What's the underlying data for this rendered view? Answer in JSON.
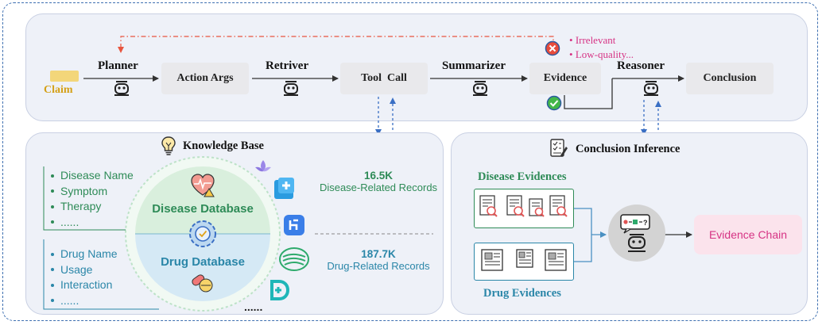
{
  "pipeline": {
    "claim": "Claim",
    "planner": "Planner",
    "action_args": "Action Args",
    "retriver": "Retriver",
    "tool_call": "Tool  Call",
    "summarizer": "Summarizer",
    "evidence": "Evidence",
    "reasoner": "Reasoner",
    "conclusion": "Conclusion",
    "reject_reasons": [
      "Irrelevant",
      "Low-quality..."
    ]
  },
  "knowledge_base": {
    "title": "Knowledge Base",
    "disease_db": "Disease Database",
    "drug_db": "Drug Database",
    "disease_fields": [
      "Disease Name",
      "Symptom",
      "Therapy",
      "......"
    ],
    "drug_fields": [
      "Drug Name",
      "Usage",
      "Interaction",
      "......"
    ],
    "disease_count": "16.5K",
    "disease_records": "Disease-Related Records",
    "drug_count": "187.7K",
    "drug_records": "Drug-Related Records",
    "more": "......"
  },
  "conclusion_inference": {
    "title": "Conclusion Inference",
    "disease_evidences": "Disease Evidences",
    "drug_evidences": "Drug Evidences",
    "evidence_chain": "Evidence Chain"
  },
  "colors": {
    "border": "#3d6fb0",
    "panel": "#eef1f8",
    "disease_green": "#2e8b57",
    "drug_teal": "#2a86a8",
    "reject_pink": "#d63384",
    "claim_yellow": "#f3d67a",
    "chain_pink": "#fbe3ec"
  }
}
